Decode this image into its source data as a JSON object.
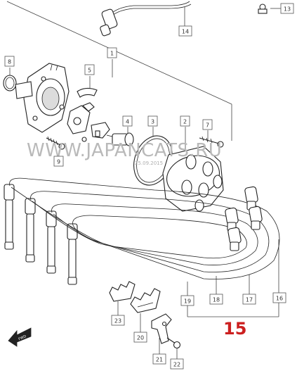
{
  "watermark": "WWW.JAPANCATS.RU",
  "watermark_date": "25.09.2015",
  "group_number": "15",
  "forward_label": "FWD",
  "callouts": [
    {
      "id": "c1",
      "label": "1"
    },
    {
      "id": "c2",
      "label": "2"
    },
    {
      "id": "c3",
      "label": "3"
    },
    {
      "id": "c4",
      "label": "4"
    },
    {
      "id": "c5",
      "label": "5"
    },
    {
      "id": "c7",
      "label": "7"
    },
    {
      "id": "c8",
      "label": "8"
    },
    {
      "id": "c9",
      "label": "9"
    },
    {
      "id": "c13",
      "label": "13"
    },
    {
      "id": "c14",
      "label": "14"
    },
    {
      "id": "c16",
      "label": "16"
    },
    {
      "id": "c17",
      "label": "17"
    },
    {
      "id": "c18",
      "label": "18"
    },
    {
      "id": "c19",
      "label": "19"
    },
    {
      "id": "c20",
      "label": "20"
    },
    {
      "id": "c21",
      "label": "21"
    },
    {
      "id": "c22",
      "label": "22"
    },
    {
      "id": "c23",
      "label": "23"
    }
  ],
  "colors": {
    "line": "#222222",
    "group_number": "#cc2020",
    "watermark": "#b9b9b9"
  }
}
